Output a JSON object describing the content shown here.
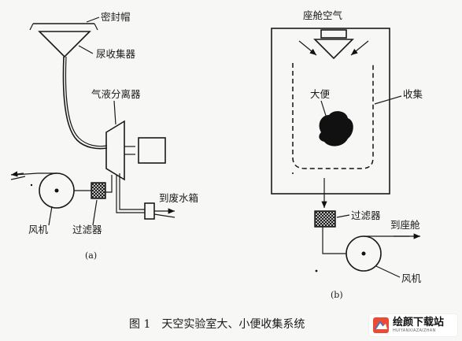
{
  "diagram_a": {
    "labels": {
      "seal_cap": "密封帽",
      "urine_collector": "尿收集器",
      "separator": "气液分离器",
      "to_waste_tank": "到废水箱",
      "fan": "风机",
      "filter": "过滤器"
    },
    "sub_label": "(a)"
  },
  "diagram_b": {
    "labels": {
      "cabin_air": "座舱空气",
      "feces": "大便",
      "collect": "收集",
      "filter": "过滤器",
      "to_cabin": "到座舱",
      "fan": "风机"
    },
    "sub_label": "(b)"
  },
  "caption": "图 1　天空实验室大、小便收集系统",
  "watermark": {
    "text": "绘颜下载站",
    "subtext": "HUIYANXIAZAIZHAN"
  }
}
